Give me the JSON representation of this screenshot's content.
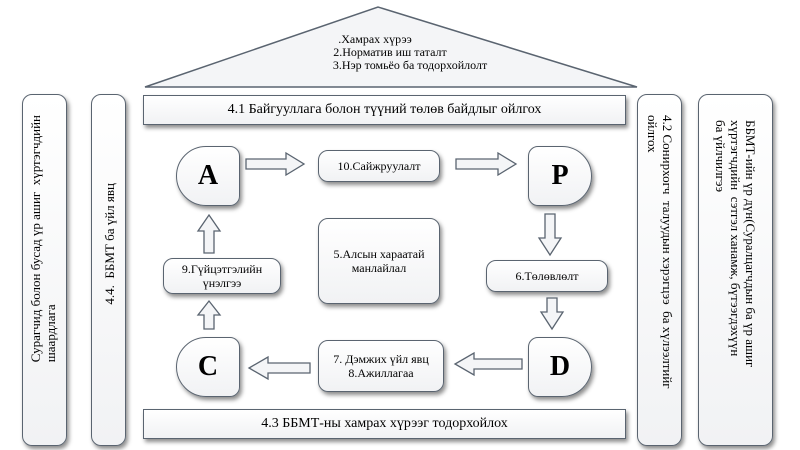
{
  "roof": {
    "line1": ".Хамрах хүрээ",
    "line2": "2.Норматив иш таталт",
    "line3": "3.Нэр томьёо ба тодорхойлолт"
  },
  "top_bar": "4.1 Байгууллага болон түүний төлөв байдлыг ойлгох",
  "bottom_bar": "4.3 ББМТ-ны  хамрах хүрээг тодорхойлох",
  "left_outer": "Сурагчид болон бусад үр ашиг  хүртэгчдийн\nшаардлага",
  "left_inner": "4.4.  ББМТ ба үйл явц",
  "right_inner": "4.2 Сонирхогч  талуудын хэрэгцээ  ба хүлээлтийг\nойлгох",
  "right_outer": "ББМТ-ийн үр дүн(Суралцагчдын ба үр ашиг\nхүртэгчдийн  сэтгэл ханамж, бүтээгдэхүүн\nба үйлчилгээ",
  "cycle": {
    "A": "A",
    "P": "P",
    "C": "C",
    "D": "D",
    "improvement": "10.Сайжруулалт",
    "leadership": "5.Алсын хараатай\nманлайлал",
    "planning": "6.Төлөвлөлт",
    "support": "7. Дэмжих үйл явц",
    "operation": "8.Ажиллагаа",
    "evaluation": "9.Гүйцэтгэлийн\nүнэлгээ"
  }
}
